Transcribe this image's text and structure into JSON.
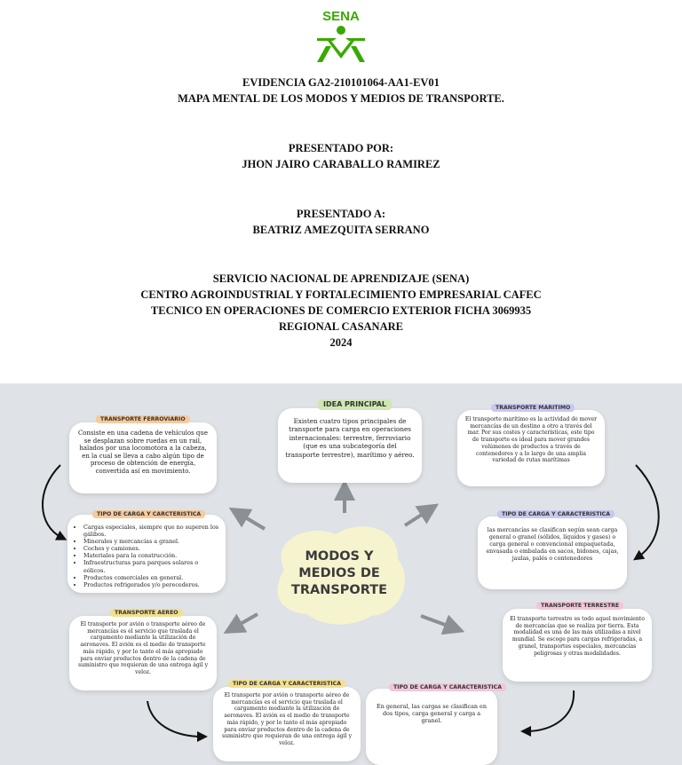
{
  "logo": {
    "text": "SENA",
    "color": "#39a900"
  },
  "cover": {
    "evidence": "EVIDENCIA GA2-210101064-AA1-EV01",
    "subject": "MAPA MENTAL DE LOS MODOS Y MEDIOS DE TRANSPORTE.",
    "presented_by_label": "PRESENTADO POR:",
    "presented_by": "JHON JAIRO CARABALLO RAMIREZ",
    "presented_to_label": "PRESENTADO A:",
    "presented_to": "BEATRIZ AMEZQUITA SERRANO",
    "institution": [
      "SERVICIO NACIONAL DE APRENDIZAJE (SENA)",
      "CENTRO AGROINDUSTRIAL Y FORTALECIMIENTO EMPRESARIAL CAFEC",
      "TECNICO EN OPERACIONES DE COMERCIO EXTERIOR FICHA 3069935",
      "REGIONAL CASANARE",
      "2024"
    ]
  },
  "mindmap": {
    "center": {
      "line1": "MODOS Y",
      "line2": "MEDIOS DE",
      "line3": "TRANSPORTE"
    },
    "idea": {
      "tag": "IDEA PRINCIPAL",
      "text": "Existen cuatro tipos principales de transporte para carga en operaciones internacionales: terrestre, ferroviario (que es una subcategoría del transporte terrestre), marítimo y aéreo."
    },
    "ferroviario": {
      "tag": "TRANSPORTE FERROVIARIO",
      "text": "Consiste en una cadena de vehículos que se desplazan sobre ruedas en un rail, halados por una locomotora a la cabeza, en la cual se lleva a cabo algún tipo de proceso de obtención de energía, convertida así en movimiento."
    },
    "carga_ferro": {
      "tag": "TIPO DE CARGA Y CARCTERISTICA",
      "items": [
        "Cargas especiales, siempre que no superen los gálibos.",
        "Minerales y mercancías a granel.",
        "Coches y camiones.",
        "Materiales para la construcción.",
        "Infraestructuras para parques solares o eólicos.",
        "Productos comerciales en general.",
        "Productos refrigerados y/o perecederos."
      ]
    },
    "aereo": {
      "tag": "TRANSPORTE AEREO",
      "text": "El transporte por avión o transporte aéreo de mercancías es el servicio que traslada el cargamento mediante la utilización de aeronaves. El avión es el medio de transporte más rápido, y por lo tanto el más apropiado para enviar productos dentro de la cadena de suministro que requieran de una entrega ágil y veloz."
    },
    "carga_aereo": {
      "tag": "TIPO DE CARGA Y CARACTERISTICA",
      "text": "El transporte por avión o transporte aéreo de mercancías es el servicio que traslada el cargamento mediante la utilización de aeronaves. El avión es el medio de transporte más rápido, y por lo tanto el más apropiado para enviar productos dentro de la cadena de suministro que requieran de una entrega ágil y veloz."
    },
    "maritimo": {
      "tag": "TRANSPORTE MARITIMO",
      "text": "El transporte marítimo es la actividad de mover mercancías de un destino a otro a través del mar. Por sus costes y características, este tipo de transporte es ideal para mover grandes volúmenes de productos a través de contenedores y a lo largo de una amplia variedad de rutas marítimas"
    },
    "carga_maritimo": {
      "tag": "TIPO DE CARGA Y CARACTERISTICA",
      "text": "las mercancías se clasifican según sean carga general o granel (sólidos, líquidos y gases) o carga general o convencional empaquetada, envasada o embalada en sacos, bidones, cajas, jaulas, palés o contenedores"
    },
    "terrestre": {
      "tag": "TRANSPORTE TERRESTRE",
      "text": "El transporte terrestre es todo aquel movimiento de mercancías que se realiza por tierra. Esta modalidad es una de las más utilizadas a nivel mundial. Se escoge para cargas refrigeradas, a granel, transportes especiales, mercancías peligrosas y otras modalidades."
    },
    "carga_terrestre": {
      "tag": "TIPO DE CARGA Y CARACTERISTICA",
      "text": "En general, las cargas se clasifican en dos tipos, carga general y carga a granel."
    }
  }
}
